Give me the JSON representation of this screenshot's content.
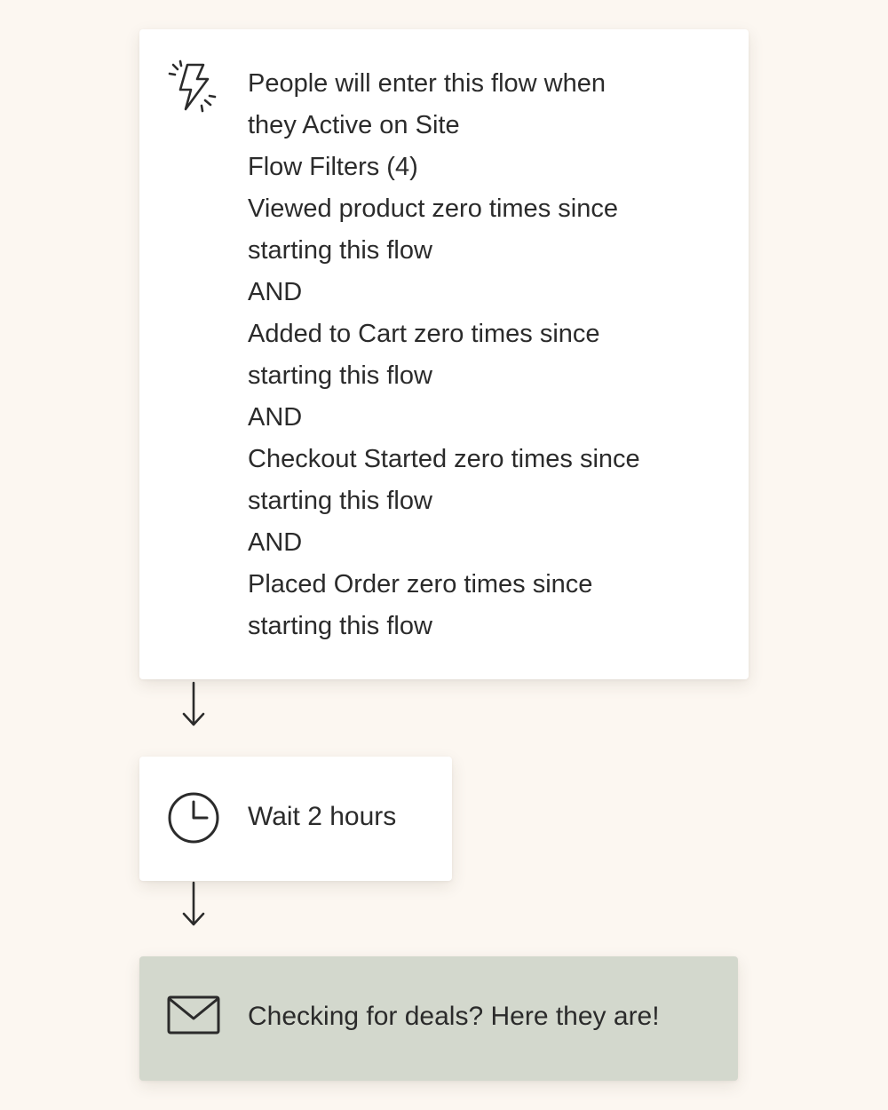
{
  "trigger": {
    "icon": "lightning-icon",
    "lines": [
      "People will enter this flow when",
      "they Active on Site",
      "Flow Filters (4)",
      "Viewed product zero times since",
      "starting this flow",
      "AND",
      "Added to Cart zero times since",
      "starting this flow",
      "AND",
      "Checkout Started zero times since",
      "starting this flow",
      "AND",
      "Placed Order zero times since",
      "starting this flow"
    ]
  },
  "wait": {
    "icon": "clock-icon",
    "label": "Wait 2 hours"
  },
  "email": {
    "icon": "envelope-icon",
    "label": "Checking for deals?  Here they are!"
  },
  "colors": {
    "background": "#fcf7f1",
    "card": "#ffffff",
    "email_card": "#d3d8cd",
    "ink": "#2b2b2b"
  }
}
